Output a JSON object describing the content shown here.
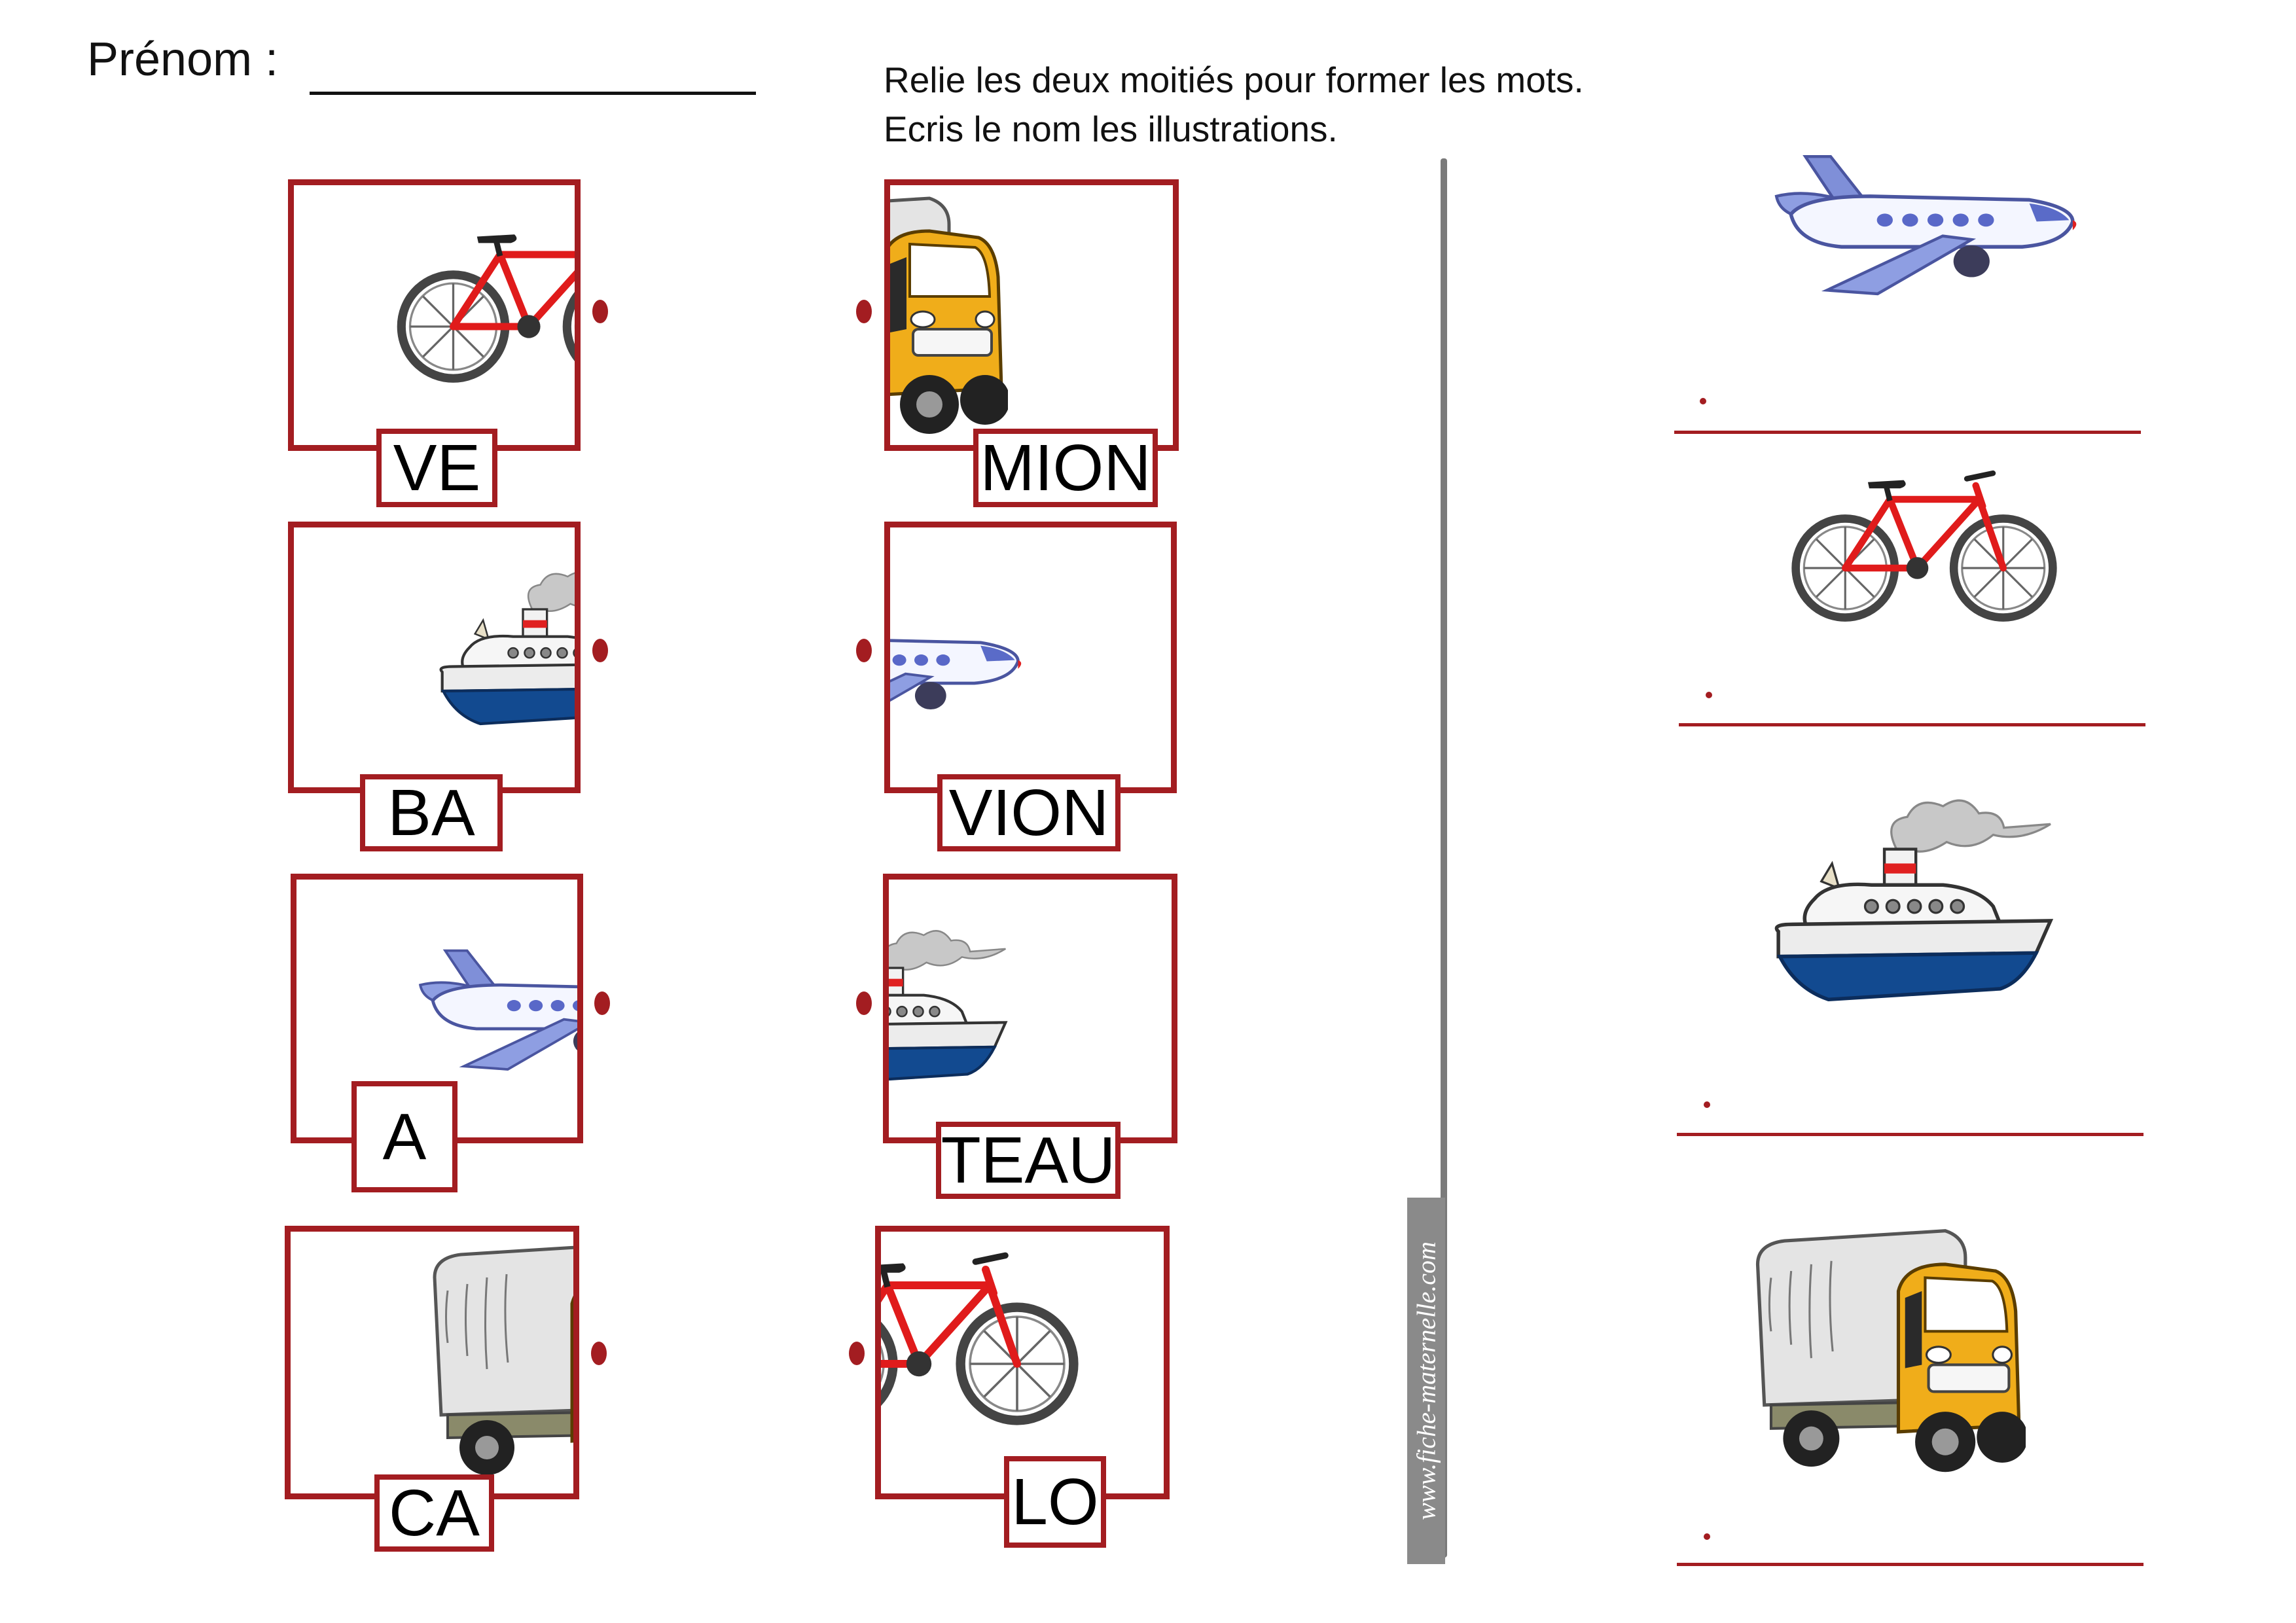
{
  "header": {
    "prenom_label": "Prénom :",
    "instruction_1": "Relie les deux moitiés pour former les mots.",
    "instruction_2": "Ecris le nom les illustrations."
  },
  "left_column": [
    "VE",
    "BA",
    "A",
    "CA"
  ],
  "middle_column": [
    "MION",
    "VION",
    "TEAU",
    "LO"
  ],
  "left_images": [
    "bicycle-half",
    "boat-half",
    "airplane-half",
    "truck-half"
  ],
  "middle_images": [
    "truck-half",
    "airplane-half",
    "boat-half",
    "bicycle-half"
  ],
  "right_images": [
    "airplane",
    "bicycle",
    "boat",
    "truck"
  ],
  "answer_marker": ".",
  "watermark": "www.fiche-maternelle.com",
  "colors": {
    "frame": "#a31d21",
    "separator": "#7a7a7a"
  }
}
